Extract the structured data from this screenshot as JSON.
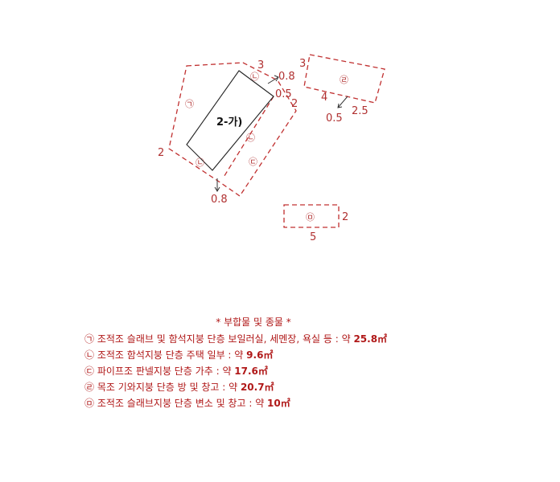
{
  "diagram": {
    "main_building_label": "2-가)",
    "markers": {
      "a": "㉠",
      "b": "㉡",
      "c": "㉢",
      "d": "㉣",
      "e": "㉤"
    },
    "dimensions": {
      "top_3": "3",
      "arrow_08_top": "0.8",
      "arrow_05": "0.5",
      "right_2": "2",
      "left_2": "2",
      "bottom_08": "0.8",
      "d_3": "3",
      "d_4": "4",
      "d_05": "0.5",
      "d_25": "2.5",
      "e_2": "2",
      "e_5": "5"
    }
  },
  "legend": {
    "title": "* 부합물 및 종물 *",
    "items": [
      {
        "marker": "㉠",
        "text": "조적조 슬래브 및 함석지붕 단층 보일러실, 세멘장, 욕실 등 : 약 ",
        "area": "25.8㎡"
      },
      {
        "marker": "㉡",
        "text": "조적조 함석지붕 단층 주택 일부 : 약 ",
        "area": "9.6㎡"
      },
      {
        "marker": "㉢",
        "text": "파이프조 판넬지붕 단층 가추 : 약 ",
        "area": "17.6㎡"
      },
      {
        "marker": "㉣",
        "text": "목조 기와지붕 단층 방 및 창고 : 약 ",
        "area": "20.7㎡"
      },
      {
        "marker": "㉤",
        "text": "조적조 슬래브지붕 단층 변소 및 창고 : 약 ",
        "area": "10㎡"
      }
    ]
  }
}
